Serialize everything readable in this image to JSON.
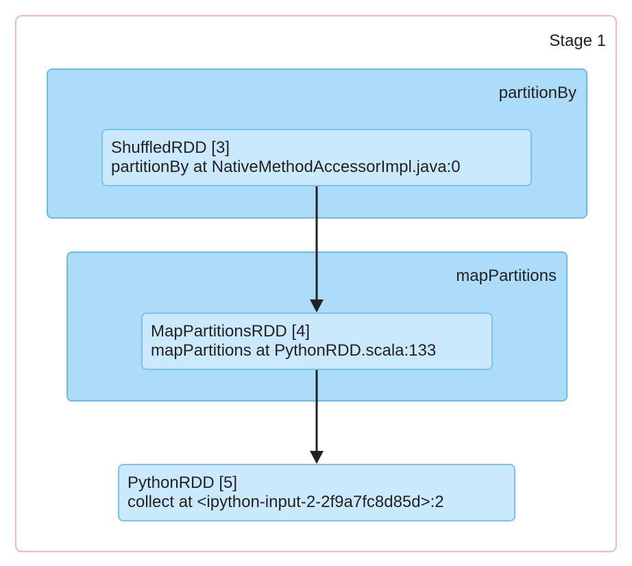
{
  "stage": {
    "title": "Stage 1"
  },
  "clusters": [
    {
      "label": "partitionBy"
    },
    {
      "label": "mapPartitions"
    }
  ],
  "nodes": [
    {
      "name": "ShuffledRDD [3]",
      "detail": "partitionBy at NativeMethodAccessorImpl.java:0"
    },
    {
      "name": "MapPartitionsRDD [4]",
      "detail": "mapPartitions at PythonRDD.scala:133"
    },
    {
      "name": "PythonRDD [5]",
      "detail": "collect at <ipython-input-2-2f9a7fc8d85d>:2"
    }
  ],
  "colors": {
    "stage_border": "#f0b6c3",
    "cluster_fill": "#acdcf8",
    "cluster_border": "#66bbec",
    "node_fill": "#cbe9fc",
    "node_border": "#79c3f0",
    "edge": "#222222"
  }
}
